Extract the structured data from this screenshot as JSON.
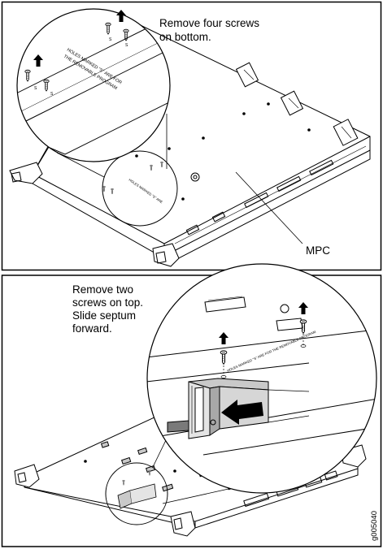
{
  "panel_top": {
    "instruction_lines": [
      "Remove four screws",
      "on bottom."
    ],
    "callout": "MPC",
    "plate_text": [
      "HOLES MARKED \"S\" ARE FOR",
      "THE REMOVABLE PROGRAM"
    ],
    "screw_mark": "S"
  },
  "panel_bottom": {
    "instruction_lines": [
      "Remove two",
      "screws on top.",
      "Slide septum",
      "forward."
    ],
    "plate_text": "HOLES MARKED \"S\" ARE FOR THE REMOVABLE PROGRAM"
  },
  "figure_id": "g005040",
  "colors": {
    "line": "#000000",
    "background": "#ffffff",
    "fill_gray": "#c9c9c9",
    "dark_gray": "#7a7a7a"
  },
  "icons": [
    "up-arrow-icon",
    "left-arrow-icon",
    "screw-icon"
  ]
}
